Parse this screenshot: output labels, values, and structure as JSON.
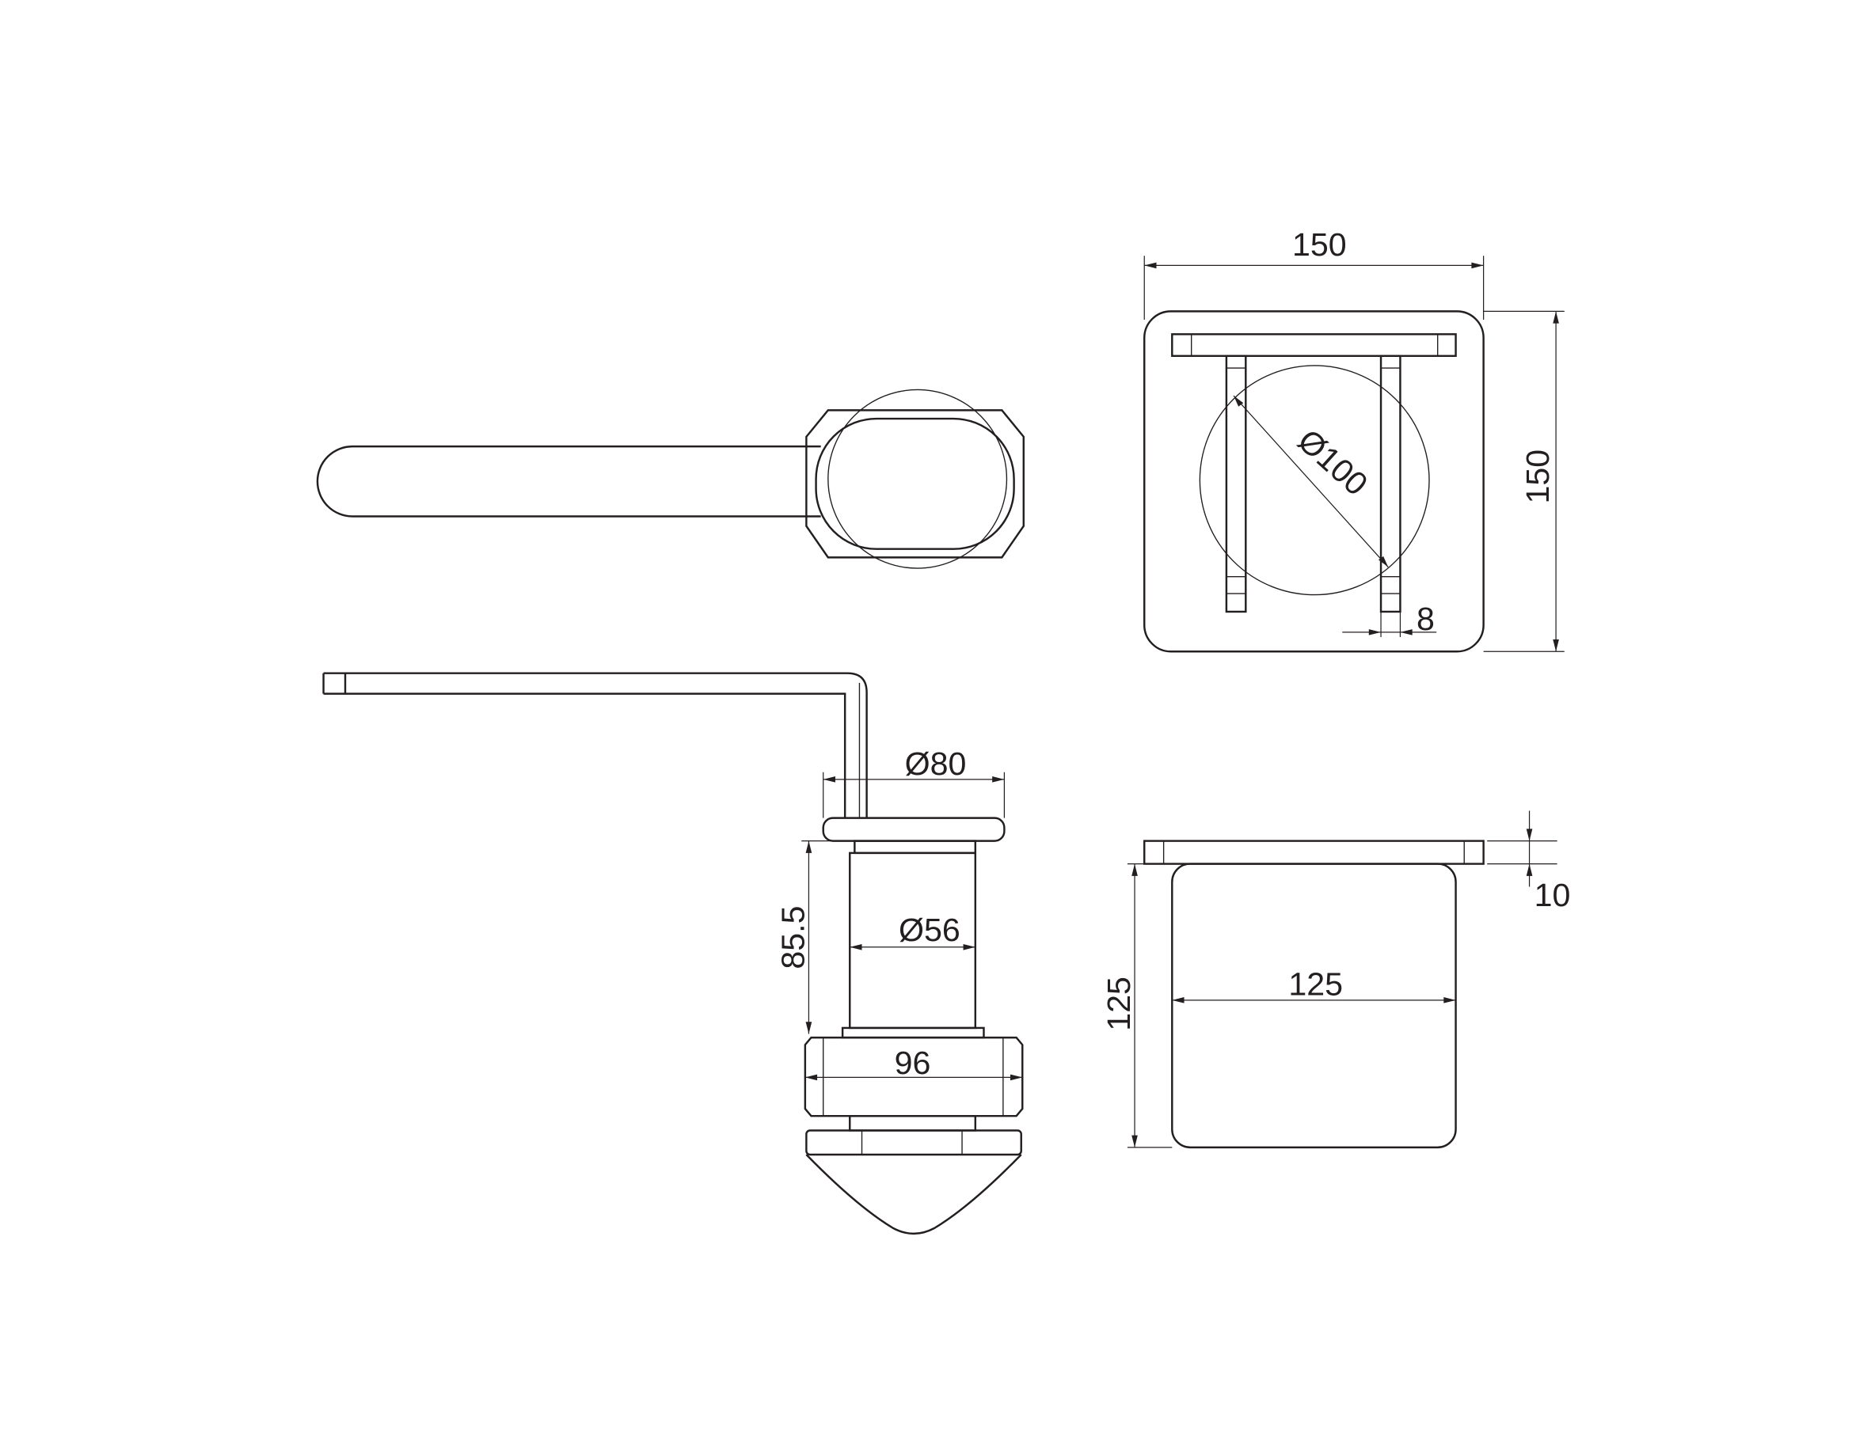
{
  "title": "Lever handle technical drawing",
  "line_color": "#231f20",
  "views": {
    "lever_side": {
      "dims": {
        "flange_dia": "Ø80",
        "body_height": "85.5",
        "body_dia": "Ø56",
        "nut_width": "96"
      }
    },
    "plate_front": {
      "dims": {
        "width": "150",
        "height": "150",
        "circle_dia": "Ø100",
        "leg_width": "8"
      }
    },
    "plate_side": {
      "dims": {
        "depth": "125",
        "box_width": "125",
        "plate_thickness": "10"
      }
    }
  }
}
